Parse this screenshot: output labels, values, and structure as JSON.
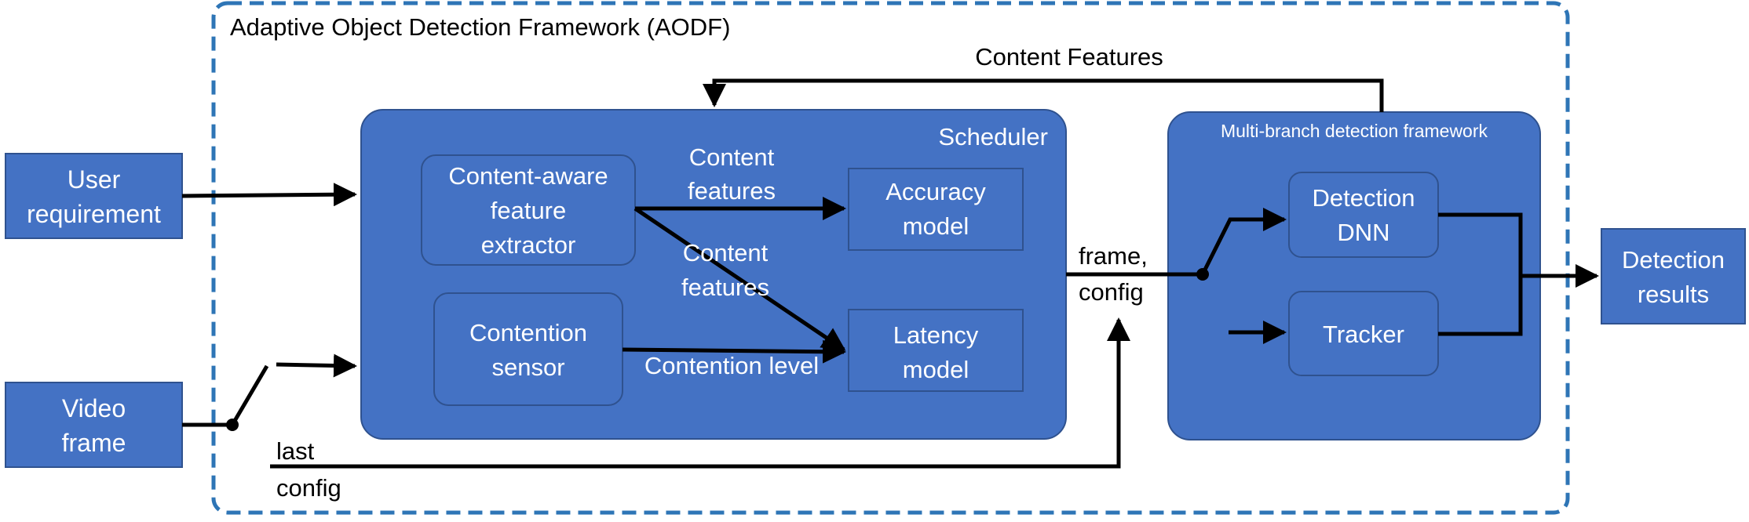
{
  "framework": {
    "title": "Adaptive Object Detection Framework (AODF)"
  },
  "inputs": {
    "user_requirement": [
      "User",
      "requirement"
    ],
    "video_frame": [
      "Video",
      "frame"
    ]
  },
  "scheduler": {
    "title": "Scheduler",
    "feature_extractor": [
      "Content-aware",
      "feature",
      "extractor"
    ],
    "contention_sensor": [
      "Contention",
      "sensor"
    ],
    "accuracy_model": [
      "Accuracy",
      "model"
    ],
    "latency_model": [
      "Latency",
      "model"
    ]
  },
  "edge_labels": {
    "content_features_top": "Content Features",
    "content_features_1": [
      "Content",
      "features"
    ],
    "content_features_2": [
      "Content",
      "features"
    ],
    "contention_level": "Contention level",
    "frame_config": [
      "frame,",
      "config"
    ],
    "last_config": [
      "last",
      "config"
    ]
  },
  "multibranch": {
    "title": "Multi-branch detection framework",
    "detection_dnn": [
      "Detection",
      "DNN"
    ],
    "tracker": "Tracker"
  },
  "output": {
    "detection_results": [
      "Detection",
      "results"
    ]
  },
  "colors": {
    "box_fill": "#4472C4",
    "box_stroke": "#2F528F",
    "frame_dash": "#2E75B6",
    "line": "#000000",
    "text_on_box": "#ffffff",
    "text_dark": "#000000"
  }
}
